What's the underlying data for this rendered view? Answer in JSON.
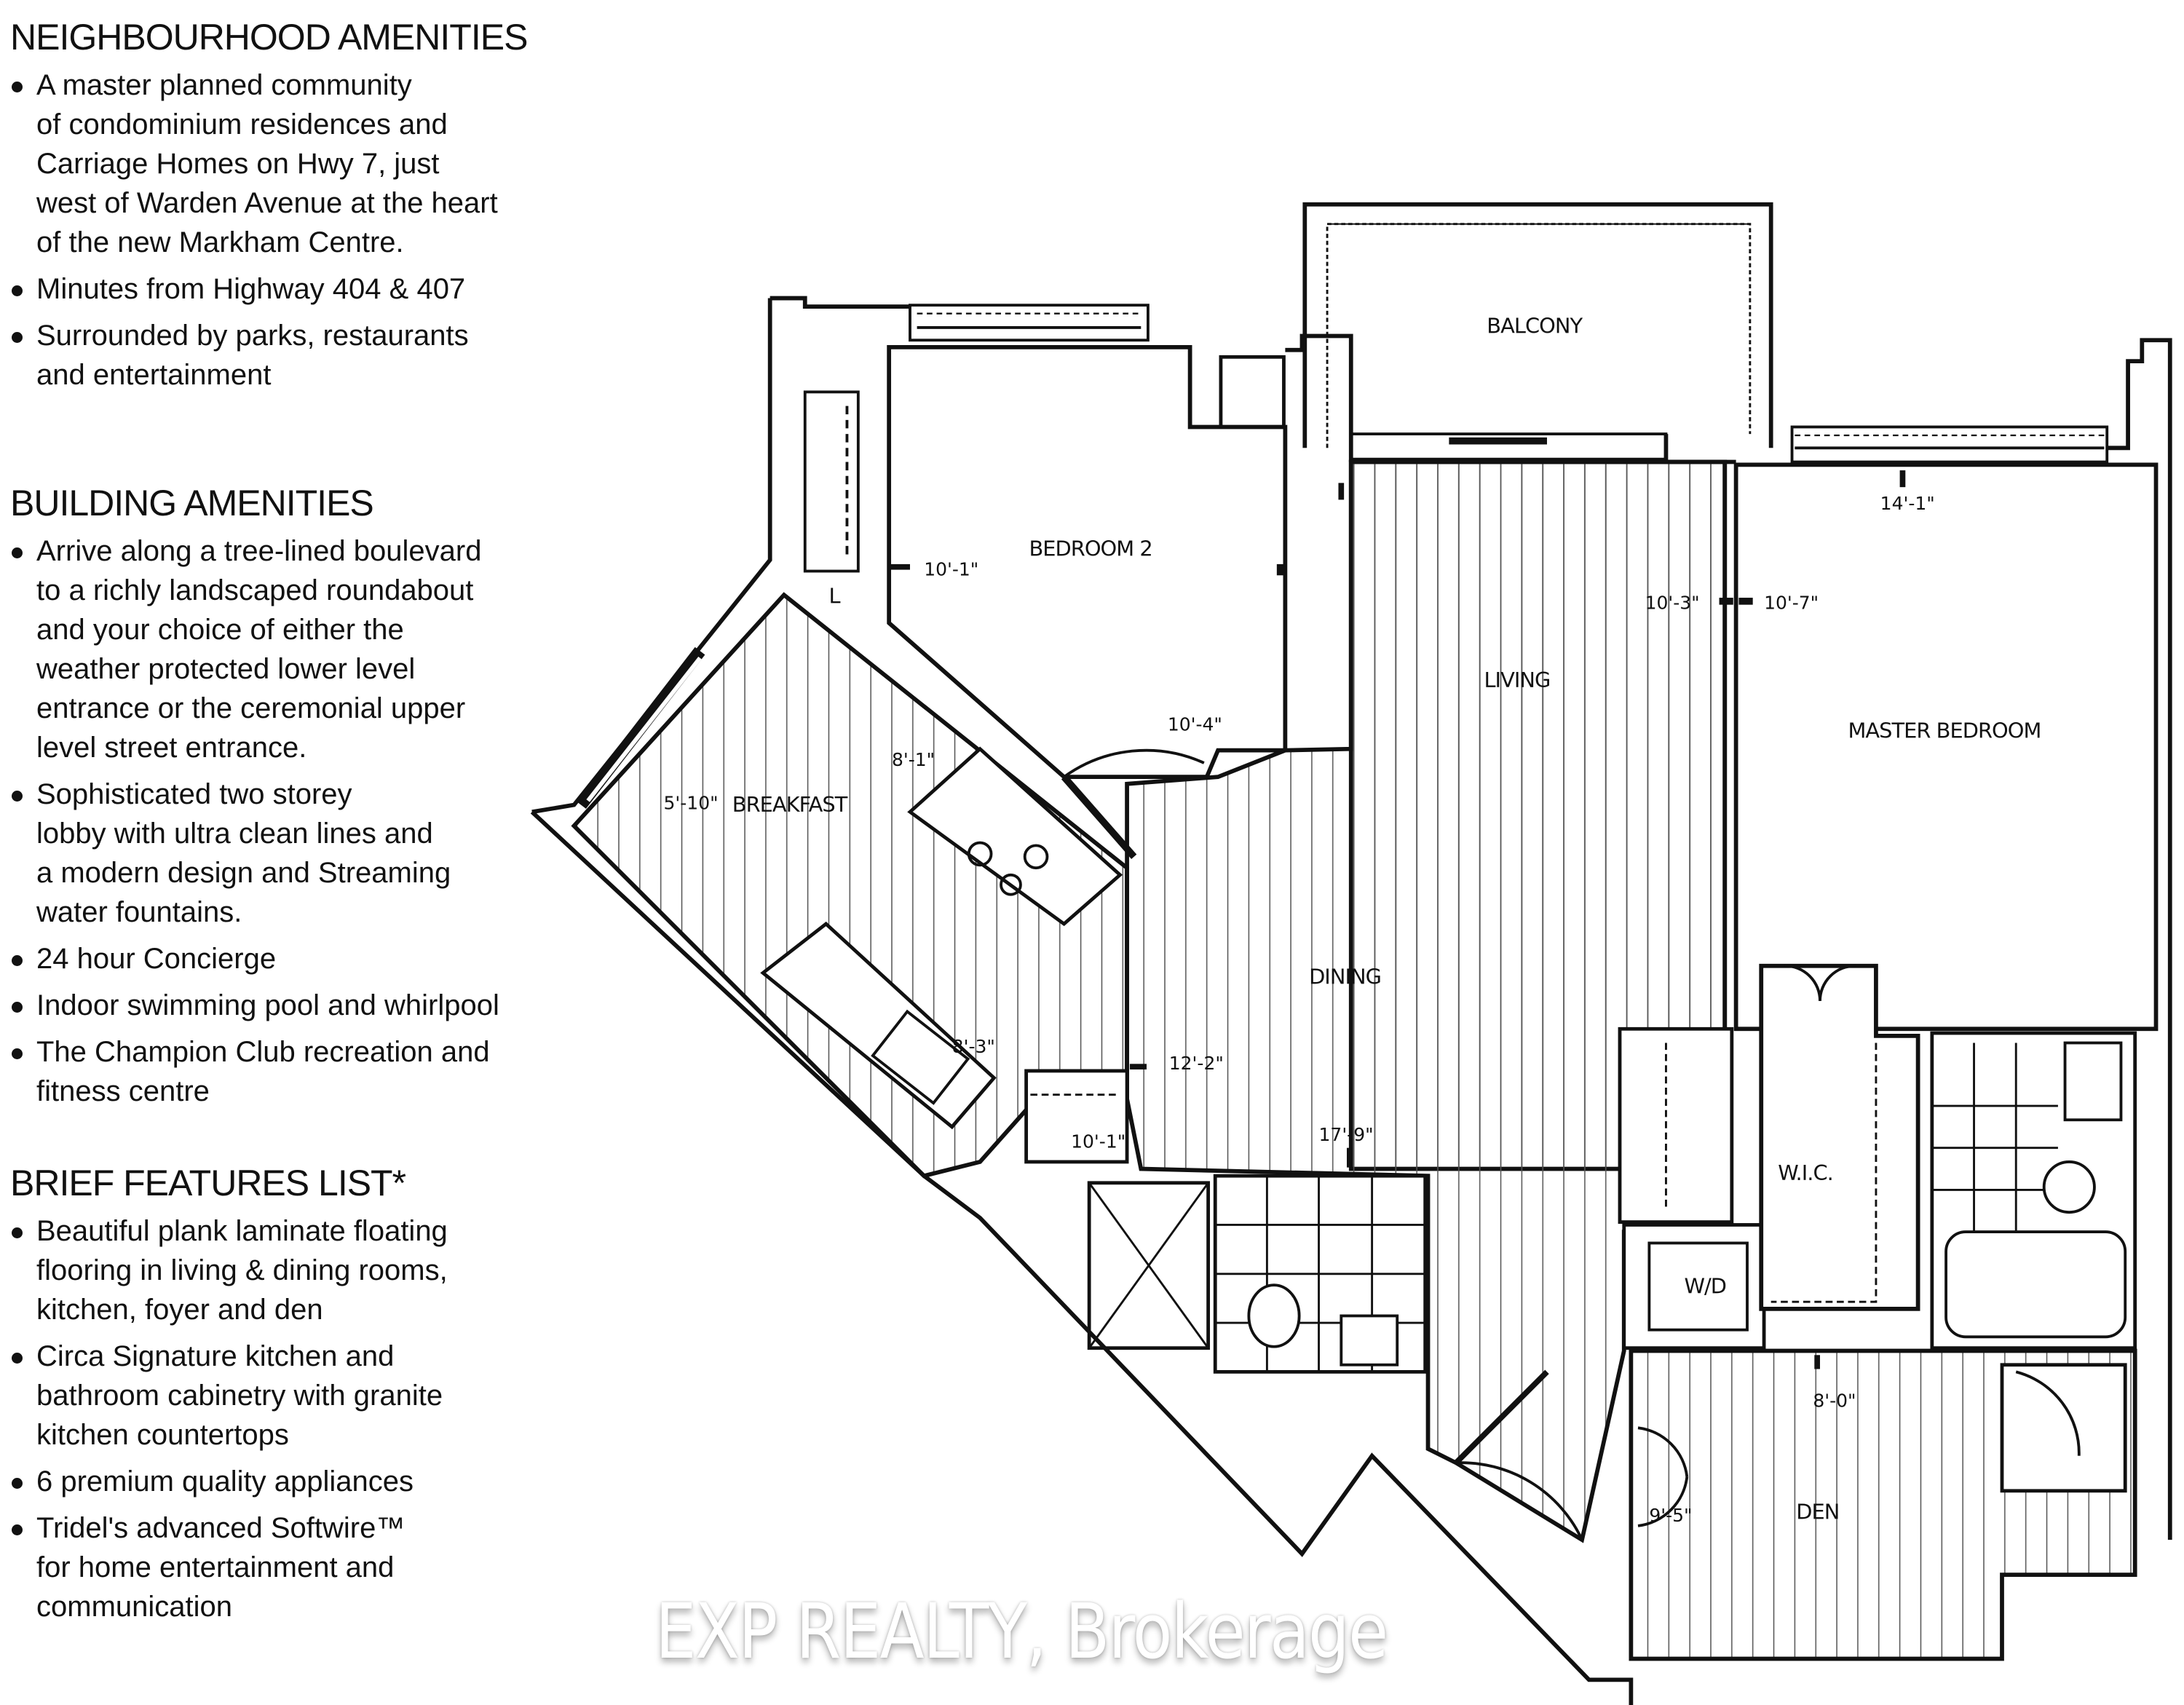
{
  "sidebar": {
    "sections": [
      {
        "title": "NEIGHBOURHOOD AMENITIES",
        "items": [
          "A master planned community\nof condominium residences and\nCarriage Homes on Hwy 7, just\nwest of Warden Avenue at the heart\nof the new Markham Centre.",
          "Minutes from Highway 404 & 407",
          "Surrounded by parks, restaurants\nand entertainment"
        ]
      },
      {
        "title": "BUILDING AMENITIES",
        "items": [
          "Arrive along a tree-lined boulevard\nto a richly landscaped roundabout\nand your choice of either the\nweather protected lower level\nentrance or the ceremonial upper\nlevel street entrance.",
          "Sophisticated two storey\nlobby with ultra clean lines and\na modern design and Streaming\nwater fountains.",
          "24 hour Concierge",
          "Indoor swimming pool and whirlpool",
          "The Champion Club recreation and\nfitness centre"
        ]
      },
      {
        "title": "BRIEF FEATURES LIST*",
        "items": [
          "Beautiful plank laminate floating\nflooring in living & dining rooms,\nkitchen, foyer and den",
          "Circa Signature kitchen and\nbathroom cabinetry with granite\nkitchen countertops",
          "6 premium quality appliances",
          "Tridel's advanced Softwire™\nfor home entertainment and\ncommunication"
        ]
      }
    ]
  },
  "floorplan": {
    "rooms": {
      "balcony": "BALCONY",
      "bedroom2": "BEDROOM 2",
      "living": "LIVING",
      "master_bedroom": "MASTER BEDROOM",
      "breakfast": "BREAKFAST",
      "dining": "DINING",
      "wic": "W.I.C.",
      "wd": "W/D",
      "den": "DEN",
      "linen": "L"
    },
    "dimensions": {
      "bedroom2_width": "10'-1\"",
      "bedroom2_length": "10'-4\"",
      "living_width": "10'-3\"",
      "master_width": "10'-7\"",
      "master_length": "14'-1\"",
      "breakfast_width": "5'-10\"",
      "kitchen_width": "8'-1\"",
      "kitchen_length": "8'-3\"",
      "dining_width": "12'-2\"",
      "dining_length": "17'-9\"",
      "foyer_width": "10'-1\"",
      "den_length": "8'-0\"",
      "den_width": "9'-5\""
    },
    "colors": {
      "line": "#111111",
      "hatch": "#555555",
      "background": "#ffffff"
    }
  },
  "watermark": {
    "text": "EXP REALTY, Brokerage"
  }
}
